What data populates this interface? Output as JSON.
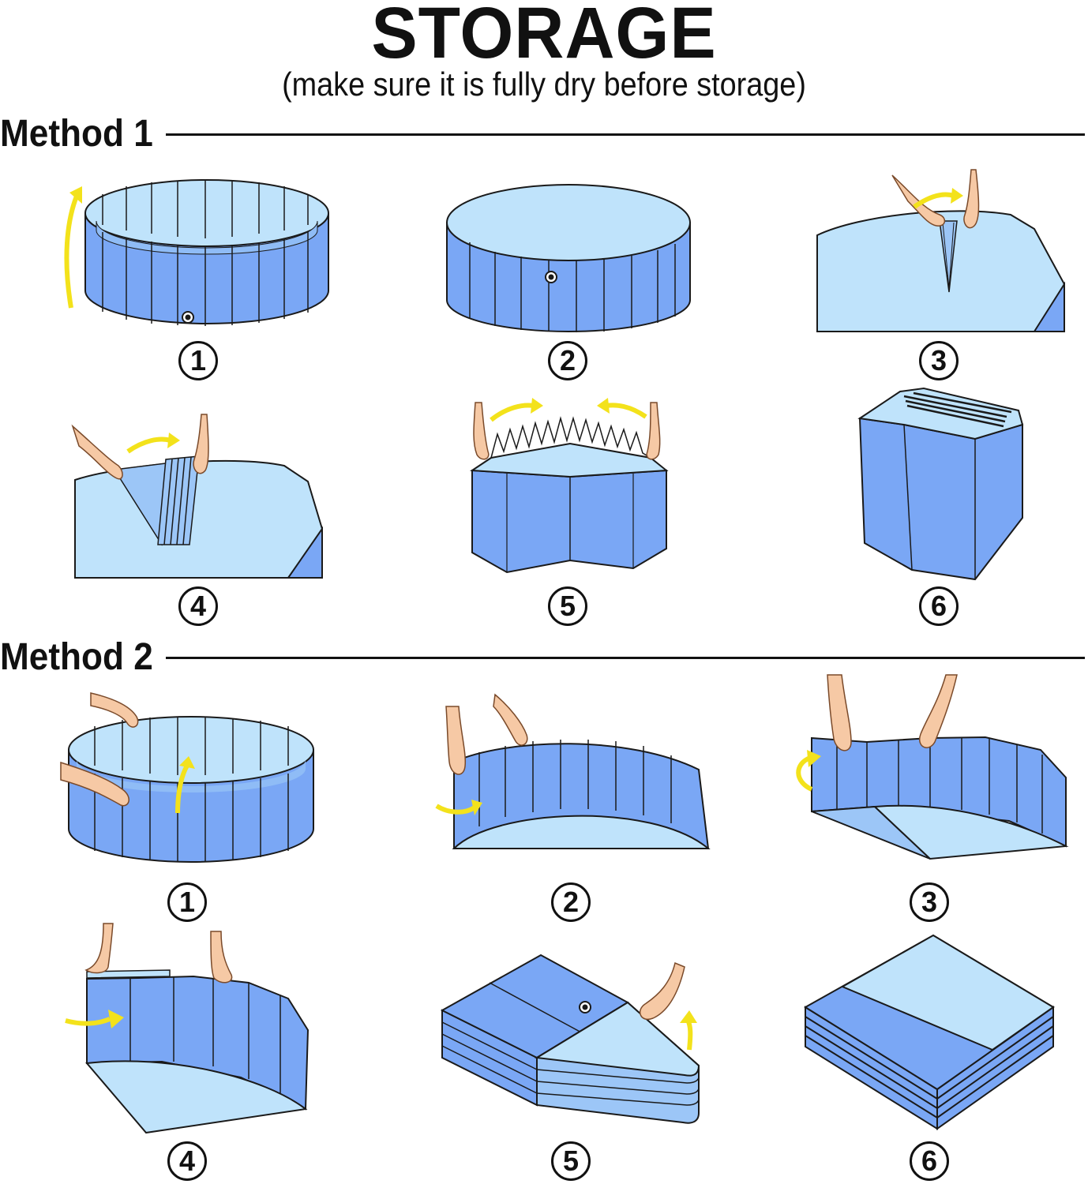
{
  "header": {
    "title": "STORAGE",
    "subtitle": "(make sure it is fully dry before storage)"
  },
  "colors": {
    "pool_side": "#7aa7f5",
    "pool_inner": "#bfe3fb",
    "arrow": "#f3e21b",
    "skin": "#f6c9a5",
    "outline": "#1a1a1a"
  },
  "methods": [
    {
      "label": "Method 1",
      "steps": [
        "1",
        "2",
        "3",
        "4",
        "5",
        "6"
      ]
    },
    {
      "label": "Method 2",
      "steps": [
        "1",
        "2",
        "3",
        "4",
        "5",
        "6"
      ]
    }
  ]
}
